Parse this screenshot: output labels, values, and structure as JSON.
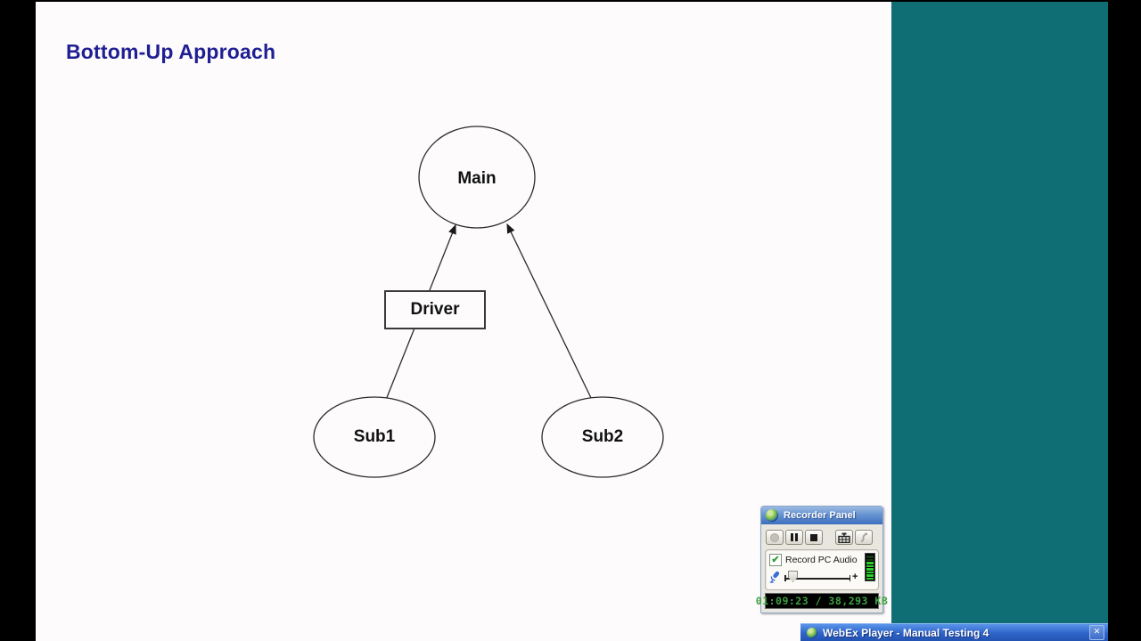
{
  "slide": {
    "title": "Bottom-Up Approach",
    "nodes": {
      "main": "Main",
      "driver": "Driver",
      "sub1": "Sub1",
      "sub2": "Sub2"
    }
  },
  "recorder": {
    "title": "Recorder Panel",
    "record_label": "Record PC Audio",
    "check_glyph": "✔",
    "status": "01:09:23 / 38,293 KB",
    "plus": "+",
    "button_icons": [
      "record-icon",
      "pause-icon",
      "stop-icon",
      "insert-marker-icon",
      "annotate-icon"
    ]
  },
  "taskbar": {
    "title": "WebEx Player - Manual Testing 4",
    "close": "✕"
  },
  "colors": {
    "desktop_teal": "#0e6e74",
    "slide_title_navy": "#1f1f93",
    "status_green": "#3fa043",
    "taskbar_blue": "#2e64c8"
  }
}
